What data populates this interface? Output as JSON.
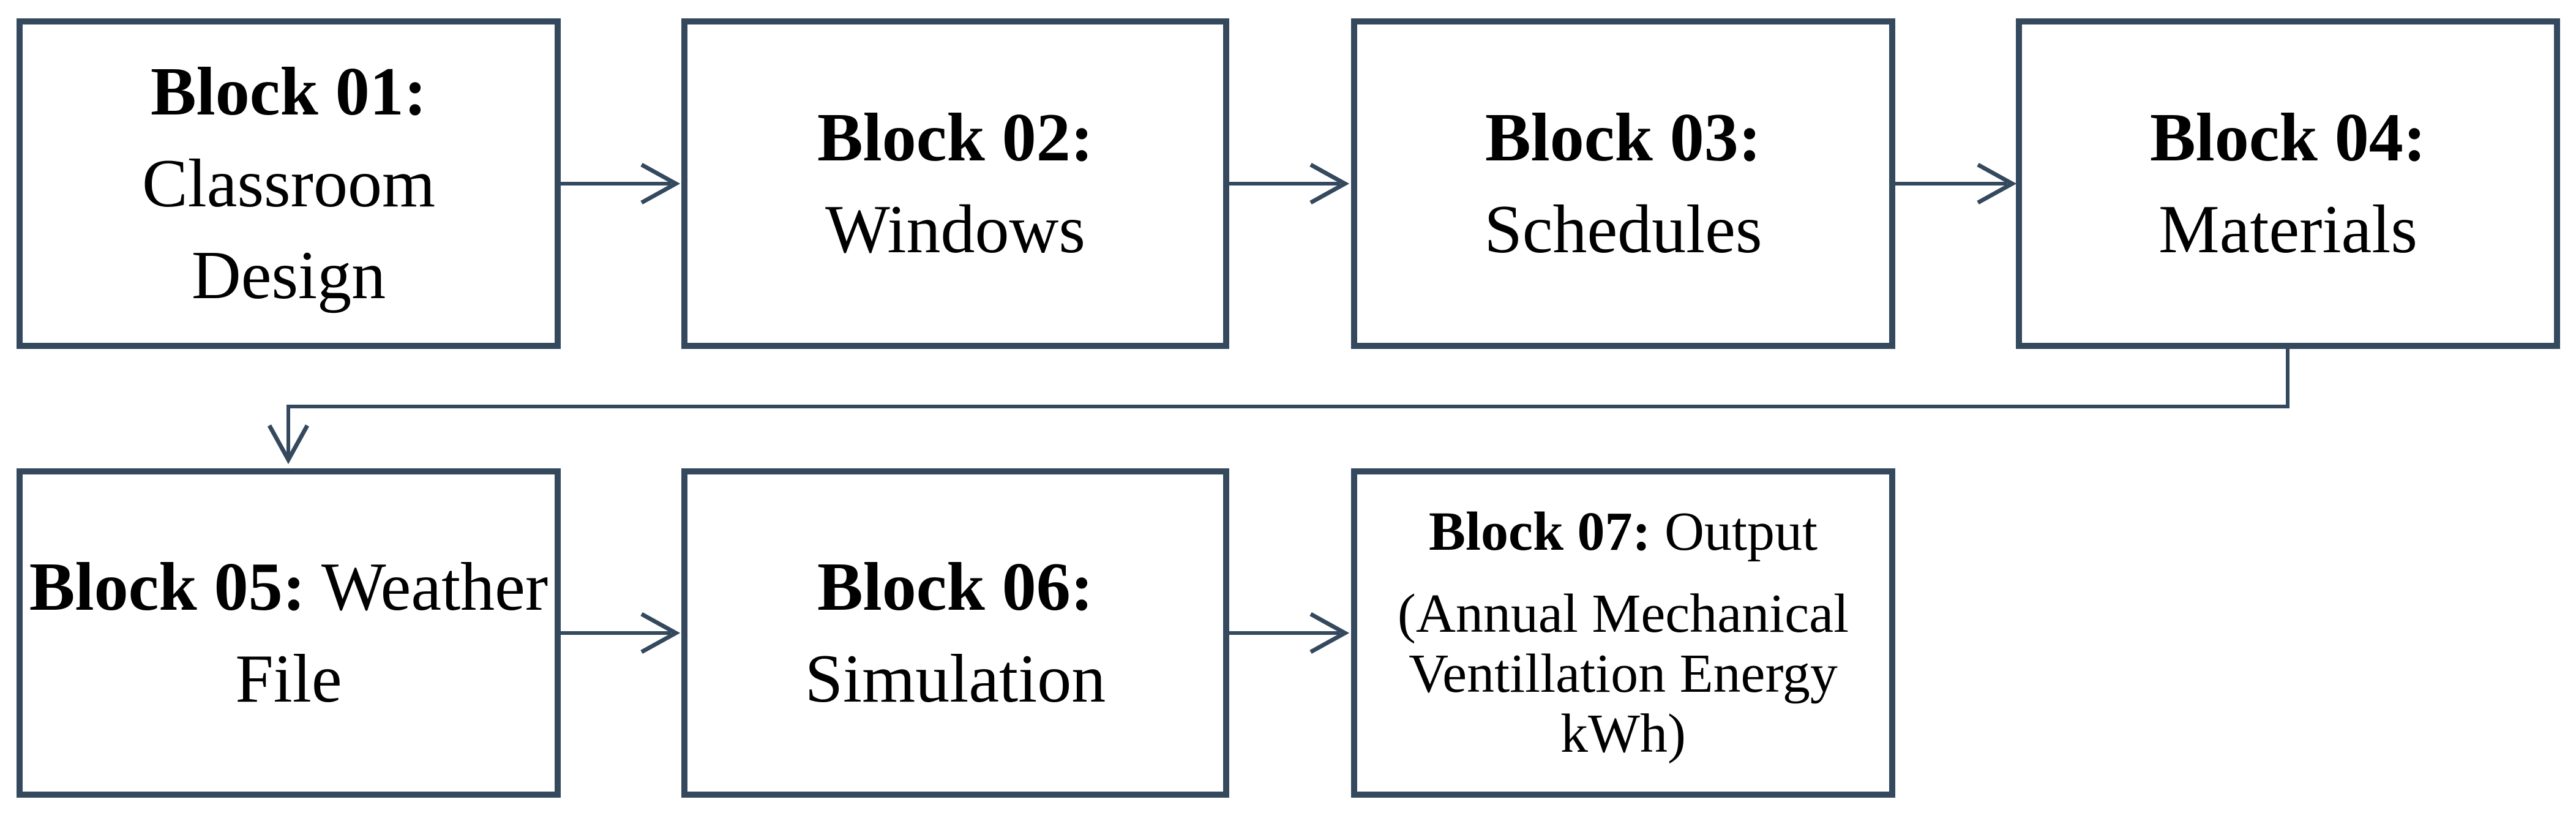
{
  "diagram_type": "flowchart",
  "colors": {
    "accent": "#34495E",
    "text": "#000000",
    "background": "#FFFFFF"
  },
  "blocks": [
    {
      "name": "block-01",
      "lines": [
        {
          "bold": "Block 01:",
          "text": " Classroom"
        },
        {
          "bold": "",
          "text": "Design"
        }
      ]
    },
    {
      "name": "block-02",
      "lines": [
        {
          "bold": "Block 02:",
          "text": " Windows"
        }
      ]
    },
    {
      "name": "block-03",
      "lines": [
        {
          "bold": "Block 03:",
          "text": " Schedules"
        }
      ]
    },
    {
      "name": "block-04",
      "lines": [
        {
          "bold": "Block 04:",
          "text": " Materials"
        }
      ]
    },
    {
      "name": "block-05",
      "lines": [
        {
          "bold": "Block 05:",
          "text": " Weather"
        },
        {
          "bold": "",
          "text": "File"
        }
      ]
    },
    {
      "name": "block-06",
      "lines": [
        {
          "bold": "Block 06:",
          "text": " Simulation"
        }
      ]
    },
    {
      "name": "block-07",
      "title": [
        {
          "bold": "Block 07:",
          "text": " Output"
        }
      ],
      "subtitle_lines": [
        "(Annual Mechanical",
        "Ventillation Energy",
        "kWh)"
      ]
    }
  ],
  "connections": [
    {
      "from": "Block 01",
      "to": "Block 02",
      "type": "straight-arrow"
    },
    {
      "from": "Block 02",
      "to": "Block 03",
      "type": "straight-arrow"
    },
    {
      "from": "Block 03",
      "to": "Block 04",
      "type": "straight-arrow"
    },
    {
      "from": "Block 04",
      "to": "Block 05",
      "type": "elbow-arrow"
    },
    {
      "from": "Block 05",
      "to": "Block 06",
      "type": "straight-arrow"
    },
    {
      "from": "Block 06",
      "to": "Block 07",
      "type": "straight-arrow"
    }
  ]
}
